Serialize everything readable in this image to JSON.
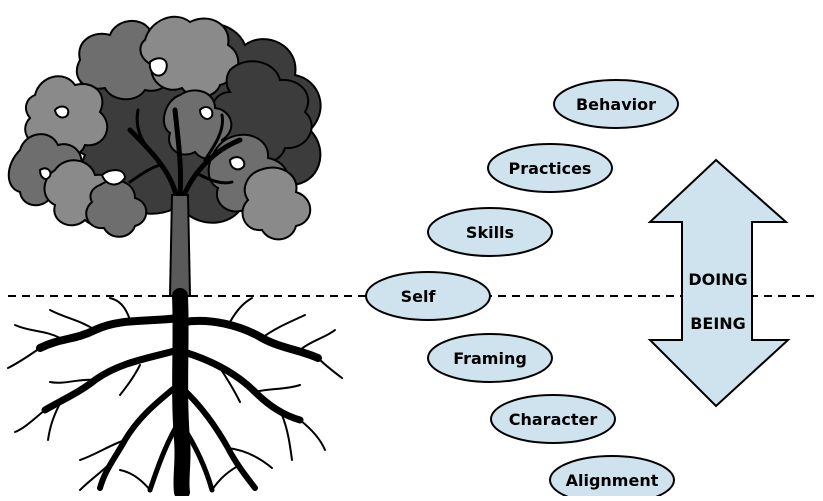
{
  "levels": [
    {
      "label": "Behavior"
    },
    {
      "label": "Practices"
    },
    {
      "label": "Skills"
    },
    {
      "label": "Self"
    },
    {
      "label": "Framing"
    },
    {
      "label": "Character"
    },
    {
      "label": "Alignment"
    }
  ],
  "arrow": {
    "upper_label": "DOING",
    "lower_label": "BEING"
  },
  "colors": {
    "bubble_fill": "#cfe3ef",
    "arrow_fill": "#cfe3ef",
    "outline": "#000000",
    "canopy_light": "#8a8a8a",
    "canopy_mid": "#6e6e6e",
    "canopy_dark": "#3c3c3c",
    "trunk": "#5a5a5a",
    "roots": "#000000"
  }
}
